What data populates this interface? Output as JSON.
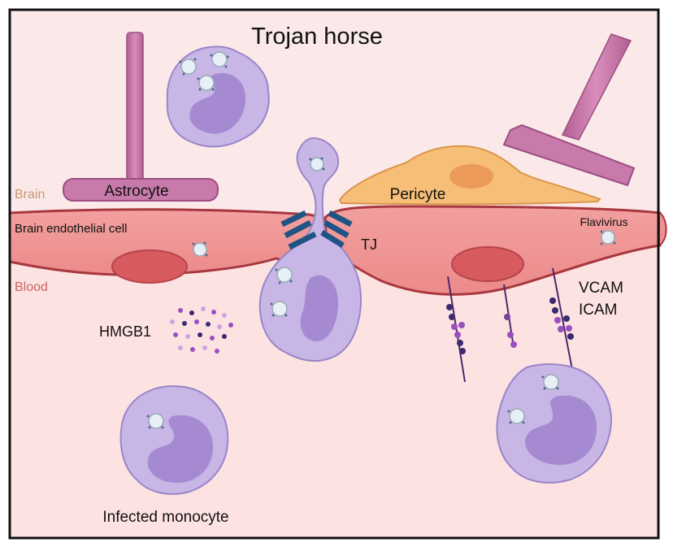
{
  "title": "Trojan horse",
  "labels": {
    "brain": "Brain",
    "blood": "Blood",
    "astrocyte": "Astrocyte",
    "pericyte": "Pericyte",
    "endothelial": "Brain endothelial cell",
    "flavivirus": "Flavivirus",
    "tj": "TJ",
    "vcam": "VCAM",
    "icam": "ICAM",
    "hmgb1": "HMGB1",
    "monocyte": "Infected monocyte"
  },
  "colors": {
    "brain_bg": "#fbe9e9",
    "blood_bg": "#fde2e2",
    "endothelium": "#ef9090",
    "endothelium_edge": "#a8373f",
    "nucleus": "#d75b5e",
    "astrocyte": "#c87aaa",
    "pericyte": "#f7be78",
    "pericyte_nucleus": "#eb9a5a",
    "cell": "#c8b6e6",
    "cell_nucleus": "#a58ad2",
    "tight_junction": "#1f5485",
    "adhesion": "#7b3fa0",
    "brain_label": "#c99670",
    "blood_label": "#c86566"
  }
}
